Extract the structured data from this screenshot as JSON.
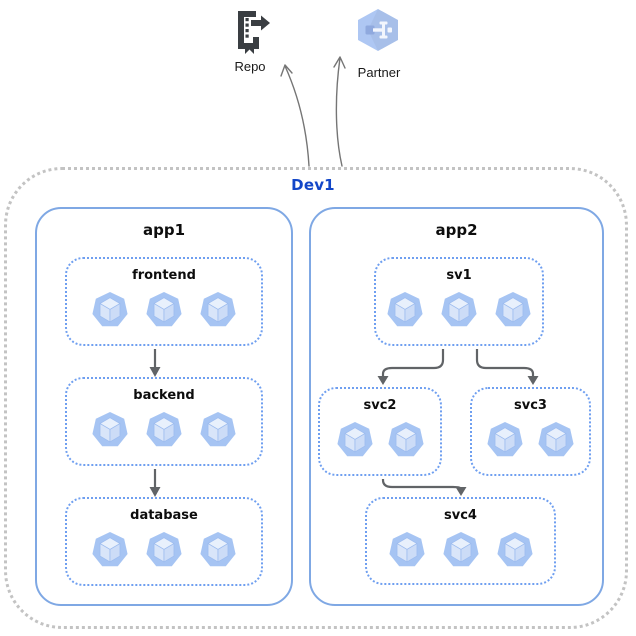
{
  "external": {
    "repo": {
      "label": "Repo",
      "icon": "source-repository-icon"
    },
    "partner": {
      "label": "Partner",
      "icon": "partner-hexagon-icon"
    }
  },
  "boundary": {
    "label": "Dev1",
    "label_color": "#1246c8"
  },
  "apps": [
    {
      "label": "app1",
      "groups": [
        {
          "label": "frontend",
          "replicas": 3
        },
        {
          "label": "backend",
          "replicas": 3
        },
        {
          "label": "database",
          "replicas": 3
        }
      ]
    },
    {
      "label": "app2",
      "groups": [
        {
          "label": "sv1",
          "replicas": 3
        },
        {
          "label": "svc2",
          "replicas": 2
        },
        {
          "label": "svc3",
          "replicas": 2
        },
        {
          "label": "svc4",
          "replicas": 3
        }
      ]
    }
  ],
  "edges": [
    {
      "from": "frontend",
      "to": "backend"
    },
    {
      "from": "backend",
      "to": "database"
    },
    {
      "from": "sv1",
      "to": "svc2"
    },
    {
      "from": "sv1",
      "to": "svc3"
    },
    {
      "from": "svc2",
      "to": "svc4"
    },
    {
      "from": "Dev1",
      "to": "Repo"
    },
    {
      "from": "Dev1",
      "to": "Partner"
    }
  ],
  "colors": {
    "boundary_border": "#c3c3c3",
    "app_border": "#7fa8e4",
    "group_border": "#6f9ff0",
    "pod_fill": "#a6c4f3",
    "arrow": "#616467",
    "label_blue": "#1246c8"
  }
}
